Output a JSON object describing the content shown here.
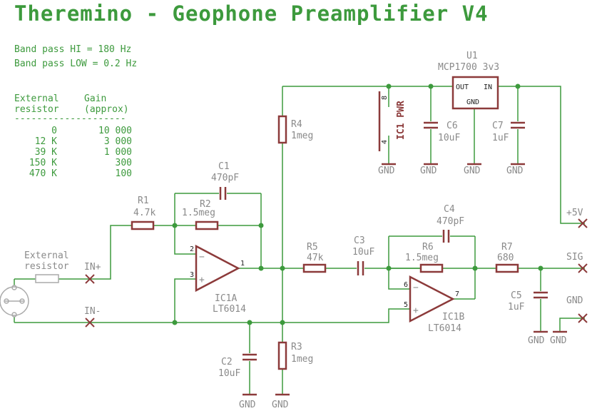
{
  "title": "Theremino - Geophone Preamplifier V4",
  "notes": {
    "band_hi": "Band pass HI = 180 Hz",
    "band_low": "Band pass LOW = 0.2 Hz"
  },
  "gain_table": {
    "header_col1_line1": "External",
    "header_col1_line2": "resistor",
    "header_col2_line1": "Gain",
    "header_col2_line2": "(approx)",
    "separator": "--------------------",
    "rows": [
      {
        "resistor": "0",
        "gain": "10 000"
      },
      {
        "resistor": "12 K",
        "gain": "3 000"
      },
      {
        "resistor": "39 K",
        "gain": "1 000"
      },
      {
        "resistor": "150 K",
        "gain": "300"
      },
      {
        "resistor": "470 K",
        "gain": "100"
      }
    ]
  },
  "components": {
    "R1": {
      "ref": "R1",
      "value": "4.7k"
    },
    "R2": {
      "ref": "R2",
      "value": "1.5meg"
    },
    "R3": {
      "ref": "R3",
      "value": "1meg"
    },
    "R4": {
      "ref": "R4",
      "value": "1meg"
    },
    "R5": {
      "ref": "R5",
      "value": "47k"
    },
    "R6": {
      "ref": "R6",
      "value": "1.5meg"
    },
    "R7": {
      "ref": "R7",
      "value": "680"
    },
    "C1": {
      "ref": "C1",
      "value": "470pF"
    },
    "C2": {
      "ref": "C2",
      "value": "10uF"
    },
    "C3": {
      "ref": "C3",
      "value": "10uF"
    },
    "C4": {
      "ref": "C4",
      "value": "470pF"
    },
    "C5": {
      "ref": "C5",
      "value": "1uF"
    },
    "C6": {
      "ref": "C6",
      "value": "10uF"
    },
    "C7": {
      "ref": "C7",
      "value": "1uF"
    },
    "IC1A": {
      "ref": "IC1A",
      "value": "LT6014"
    },
    "IC1B": {
      "ref": "IC1B",
      "value": "LT6014"
    },
    "U1": {
      "ref": "U1",
      "value": "MCP1700 3v3",
      "pin_out": "OUT",
      "pin_in": "IN",
      "pin_gnd": "GND"
    },
    "IC1_PWR": {
      "label": "IC1 PWR",
      "pin_top": "8",
      "pin_bottom": "4"
    }
  },
  "pins": {
    "ic1a_in_minus": "2",
    "ic1a_in_plus": "3",
    "ic1a_out": "1",
    "ic1b_in_minus": "6",
    "ic1b_in_plus": "5",
    "ic1b_out": "7"
  },
  "nets": {
    "in_plus": "IN+",
    "in_minus": "IN-",
    "plus5v": "+5V",
    "sig": "SIG",
    "gnd": "GND",
    "external_resistor_line1": "External",
    "external_resistor_line2": "resistor"
  },
  "colors": {
    "wire": "#3d9a3d",
    "part": "#8c3a3a",
    "label": "#8a8a8a",
    "title": "#3d9a3d"
  }
}
